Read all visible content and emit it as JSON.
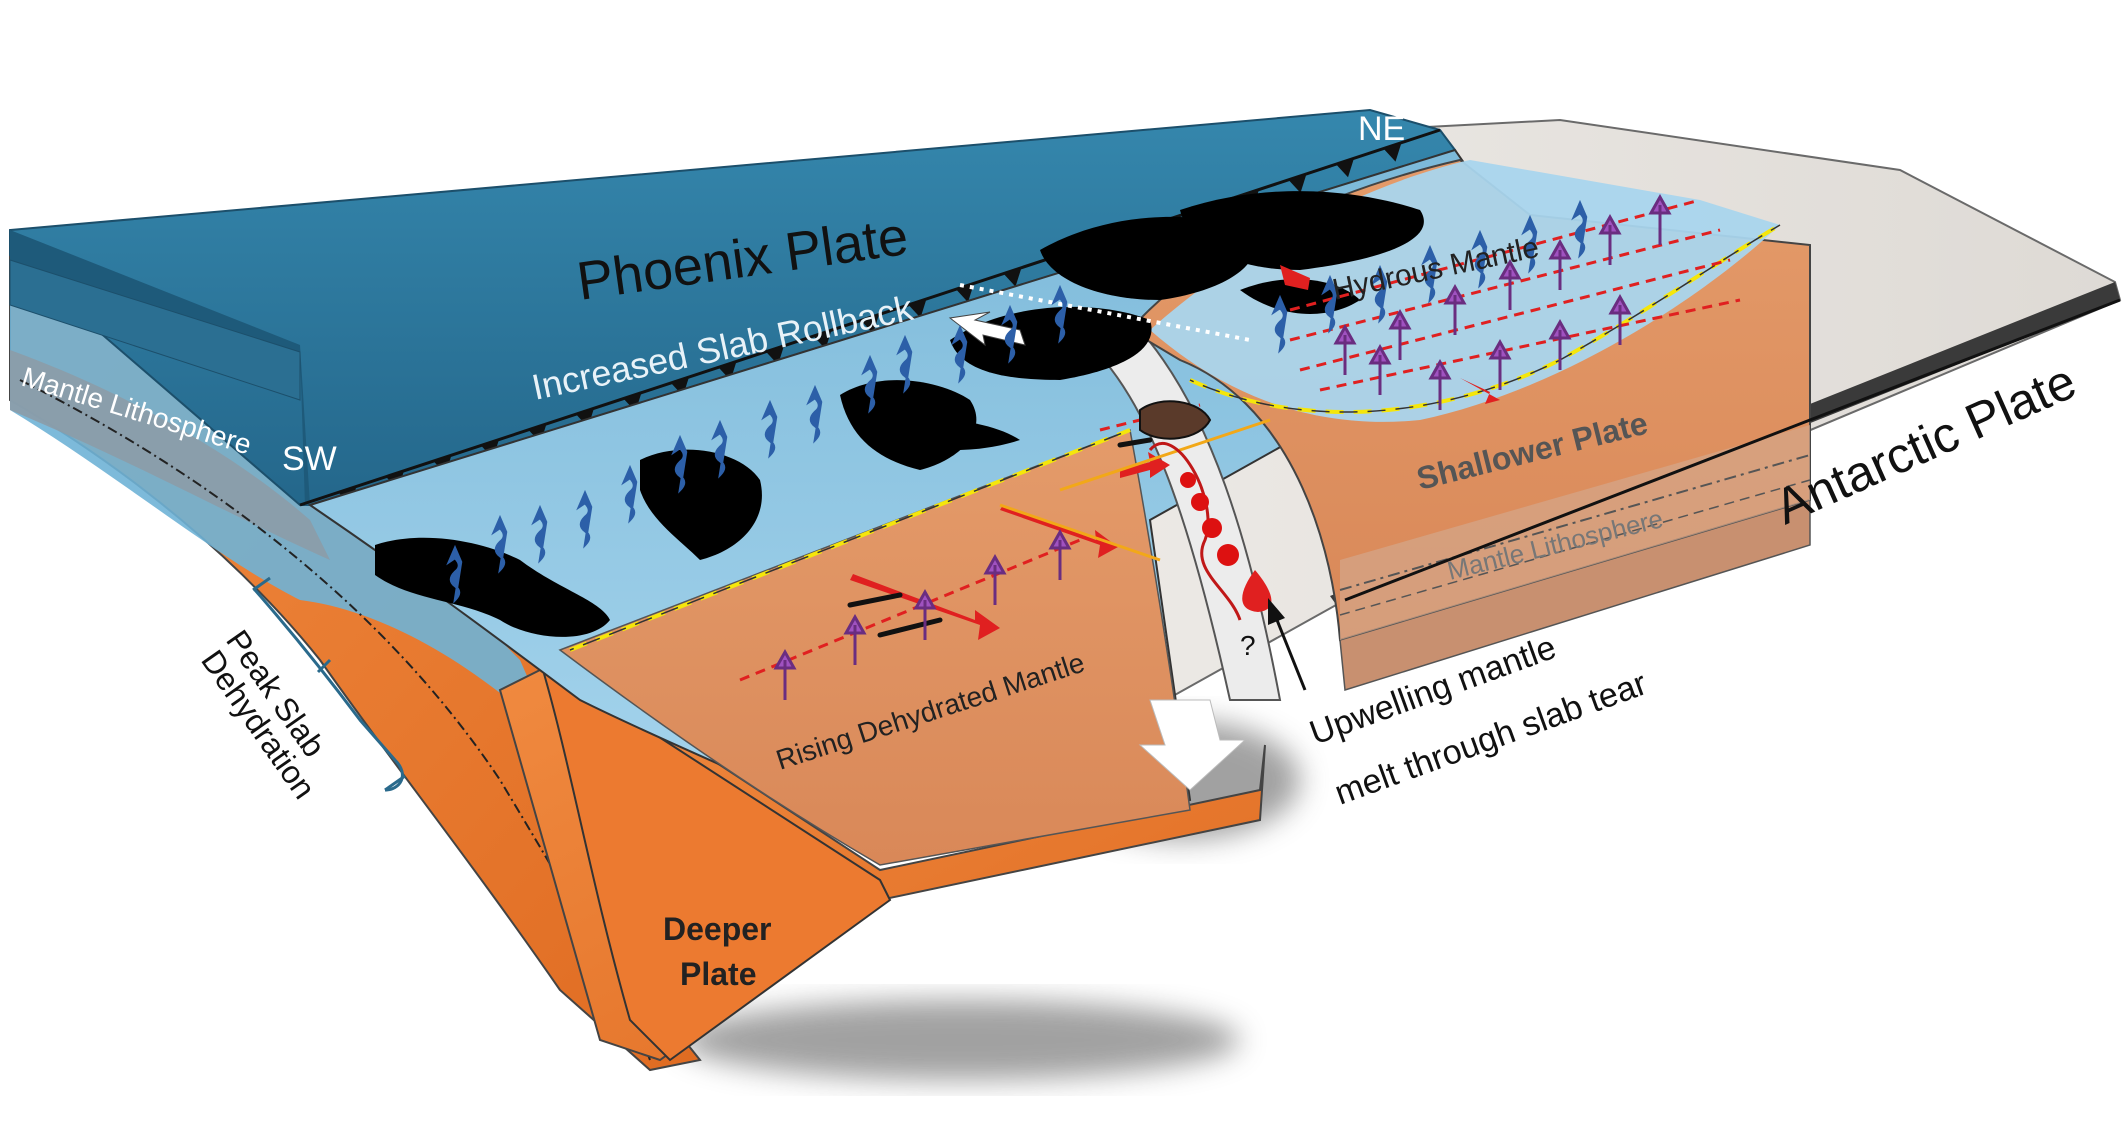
{
  "labels": {
    "phoenix_plate": "Phoenix Plate",
    "ne": "NE",
    "sw": "SW",
    "increased_slab_rollback": "Increased Slab Rollback",
    "hydrous_mantle": "Hydrous Mantle",
    "mantle_lithosphere_left": "Mantle Lithosphere",
    "mantle_lithosphere_right": "Mantle Lithosphere",
    "shallower_plate": "Shallower Plate",
    "antarctic_plate": "Antarctic Plate",
    "peak_slab_line1": "Peak Slab",
    "peak_slab_line2": "Dehydration",
    "rising_dehydrated_mantle": "Rising Dehydrated Mantle",
    "deeper_plate_line1": "Deeper",
    "deeper_plate_line2": "Plate",
    "upwelling_line1": "Upwelling mantle",
    "upwelling_line2": "melt through slab tear",
    "question_mark": "?"
  },
  "colors": {
    "ocean_top": "#2f7fa6",
    "ocean_dark": "#1f5f80",
    "hydrous_blue": "#9fd0ea",
    "mantle_orange": "#d98a5a",
    "deeper_orange": "#e8772f",
    "lithosphere_grey": "#8a9aa6",
    "antarctic_grey": "#e6e3df",
    "melt_black": "#000000",
    "arrow_red": "#e02020",
    "arrow_purple": "#9a4fb0",
    "dashed_yellow": "#f5e60a"
  }
}
